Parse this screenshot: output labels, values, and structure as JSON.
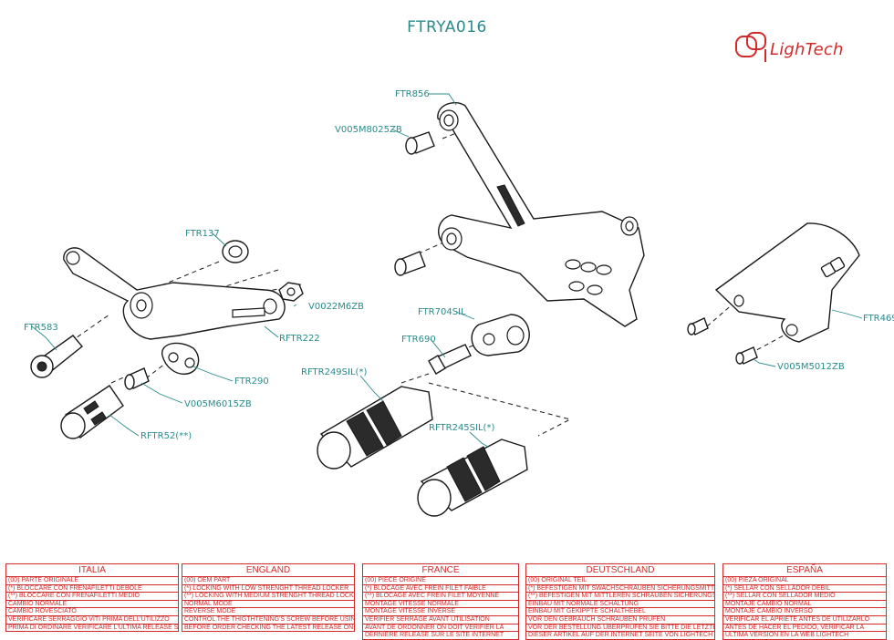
{
  "title": "FTRYA016",
  "brand": {
    "name": "LighTech",
    "color": "#d22a2a"
  },
  "accent_color": "#2a8a8a",
  "labels": {
    "ftr856": "FTR856",
    "v005m8025zb": "V005M8025ZB",
    "ftr137": "FTR137",
    "v0022m6zb": "V0022M6ZB",
    "ftr583": "FTR583",
    "rftr222": "RFTR222",
    "ftr290": "FTR290",
    "v005m6015zb": "V005M6015ZB",
    "rftr52": "RFTR52(**)",
    "ftr704sil": "FTR704SIL",
    "ftr690": "FTR690",
    "rftr249sil": "RFTR249SIL(*)",
    "rftr245sil": "RFTR245SIL(*)",
    "ftr469": "FTR469",
    "v005m5012zb": "V005M5012ZB"
  },
  "legend": [
    {
      "heading": "ITALIA",
      "rows": [
        "(00) PARTE ORIGINALE",
        "(*)   BLOCCARE CON FRENAFILETTI DEBOLE",
        "(**)  BLOCCARE CON FRENAFILETTI MEDIO",
        "CAMBIO NORMALE",
        "CAMBIO ROVESCIATO",
        "VERIFICARE SERRAGGIO VITI PRIMA DELL'UTILIZZO",
        "PRIMA DI ORDINARE VERIFICARE L'ULTIMA RELEASE SUL SITO"
      ]
    },
    {
      "heading": "ENGLAND",
      "rows": [
        "(00) OEM PART",
        "(*)   LOCKING WITH LOW STRENGHT THREAD LOCKER",
        "(**)  LOCKING WITH MEDIUM STRENGHT THREAD LOCKER",
        "NORMAL MODE",
        "REVERSE MODE",
        "CONTROL THE THIGTHTENING'S SCREW BEFORE USING",
        "BEFORE ORDER CHECKING THE LATEST RELEASE ON WEBSITE"
      ]
    },
    {
      "heading": "FRANCE",
      "rows": [
        "(00) PIECE ORIGINE",
        "(*)   BLOCAGE AVEC FREIN FILET FAIBLE",
        "(**)  BLOCAGE AVEC FREIN FILET MOYENNE",
        "MONTAGE VITESSE NORMALE",
        "MONTAGE VITESSE INVERSE",
        "VERIFIER SERRAGE AVANT UTILISATION",
        "AVANT DE ORDONNER ON DOIT VERIFIER LA",
        "DERNIERE RELEASE SUR LE SITE INTERNET"
      ]
    },
    {
      "heading": "DEUTSCHLAND",
      "rows": [
        "(00) ORIGINAL TEIL",
        "(*)   BEFESTIGEN MIT SWACHSCHRAUBEN SICHERUNGSMITTEL",
        "(**)  BEFESTIGEN MIT MITTLEREN SCHRAUBEN SICHERUNGSMITTEL",
        "EINBAU MIT NORMALE SCHALTUNG",
        "EINBAU MIT GEKIPPTE SCHALTHEBEL",
        "VOR DEN GEBRAUCH SCHRAUBEN PRUFEN",
        "VOR DER BESTELLUNG UBERPRUFEN SIE BITTE DIE LETZTE VERSION",
        "DIESER ARTIKEL AUF DER INTERNET SEITE VON LIGHTECH"
      ]
    },
    {
      "heading": "ESPAÑA",
      "rows": [
        "(00) PIEZA ORIGINAL",
        "(*)   SELLAR CON SELLADOR DEBIL",
        "(**)  SELLAR CON SELLADOR MEDIO",
        "MONTAJE CAMBIO NORMAL",
        "MONTAJE CAMBIO INVERSO",
        "VERIFICAR EL APRIETE ANTES DE UTILIZARLO",
        "ANTES DE HACER EL PEDIDO, VERIFICAR LA",
        "ULTIMA VERSION EN LA WEB LIGHTECH"
      ]
    }
  ]
}
